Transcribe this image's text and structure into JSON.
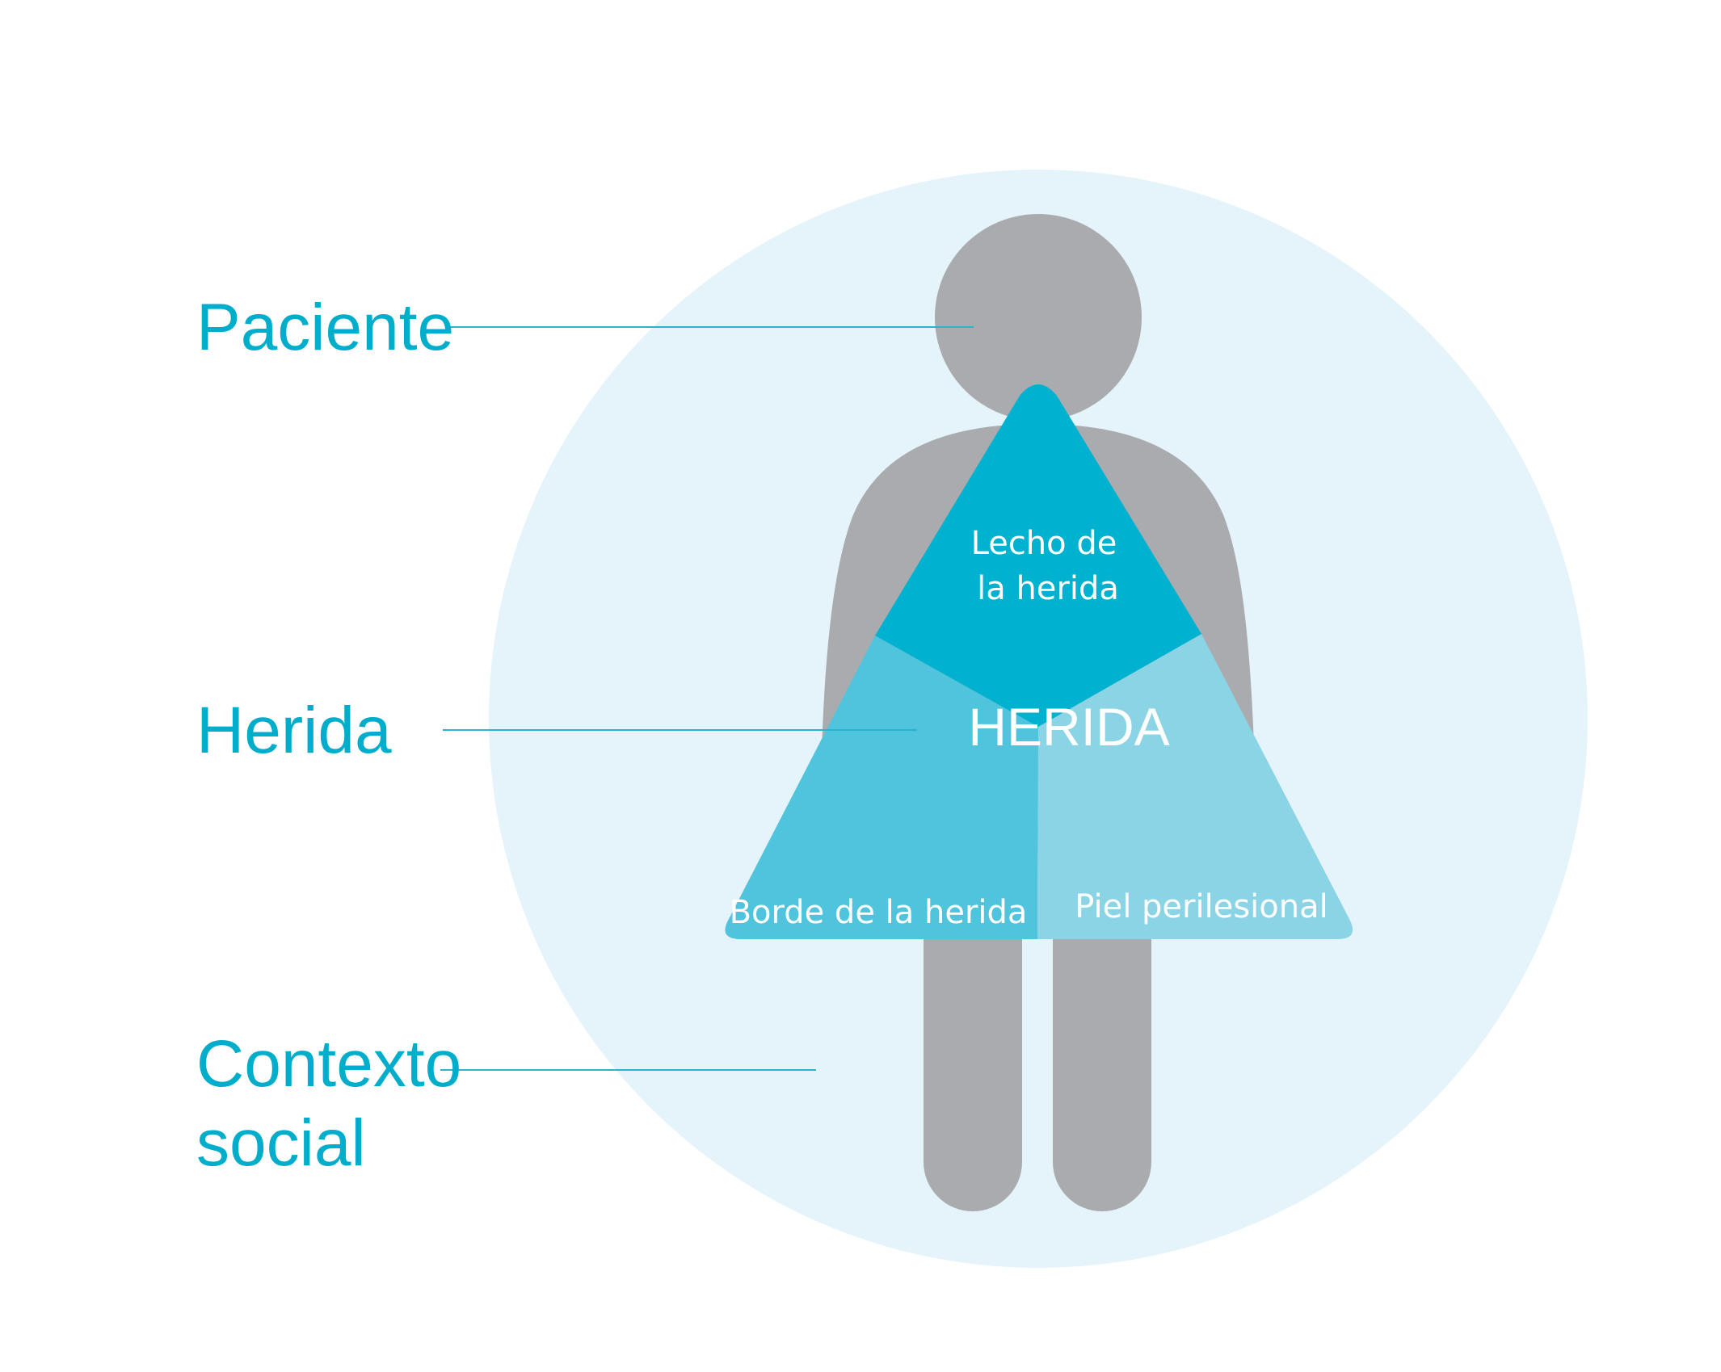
{
  "labels": {
    "paciente": "Paciente",
    "herida": "Herida",
    "contexto_line1": "Contexto",
    "contexto_line2": "social"
  },
  "triangle": {
    "lecho_line1": "Lecho de",
    "lecho_line2": "la herida",
    "center": "HERIDA",
    "borde": "Borde de la herida",
    "piel": "Piel perilesional"
  },
  "colors": {
    "label_text": "#00AECB",
    "leader_line": "#29B3CE",
    "context_circle": "#E4F4FA",
    "figure": "#A9ABAF",
    "lecho": "#00B2CF",
    "borde": "#4FC4DC",
    "piel": "#8AD4E6",
    "inner_text": "#FFFFFF"
  }
}
